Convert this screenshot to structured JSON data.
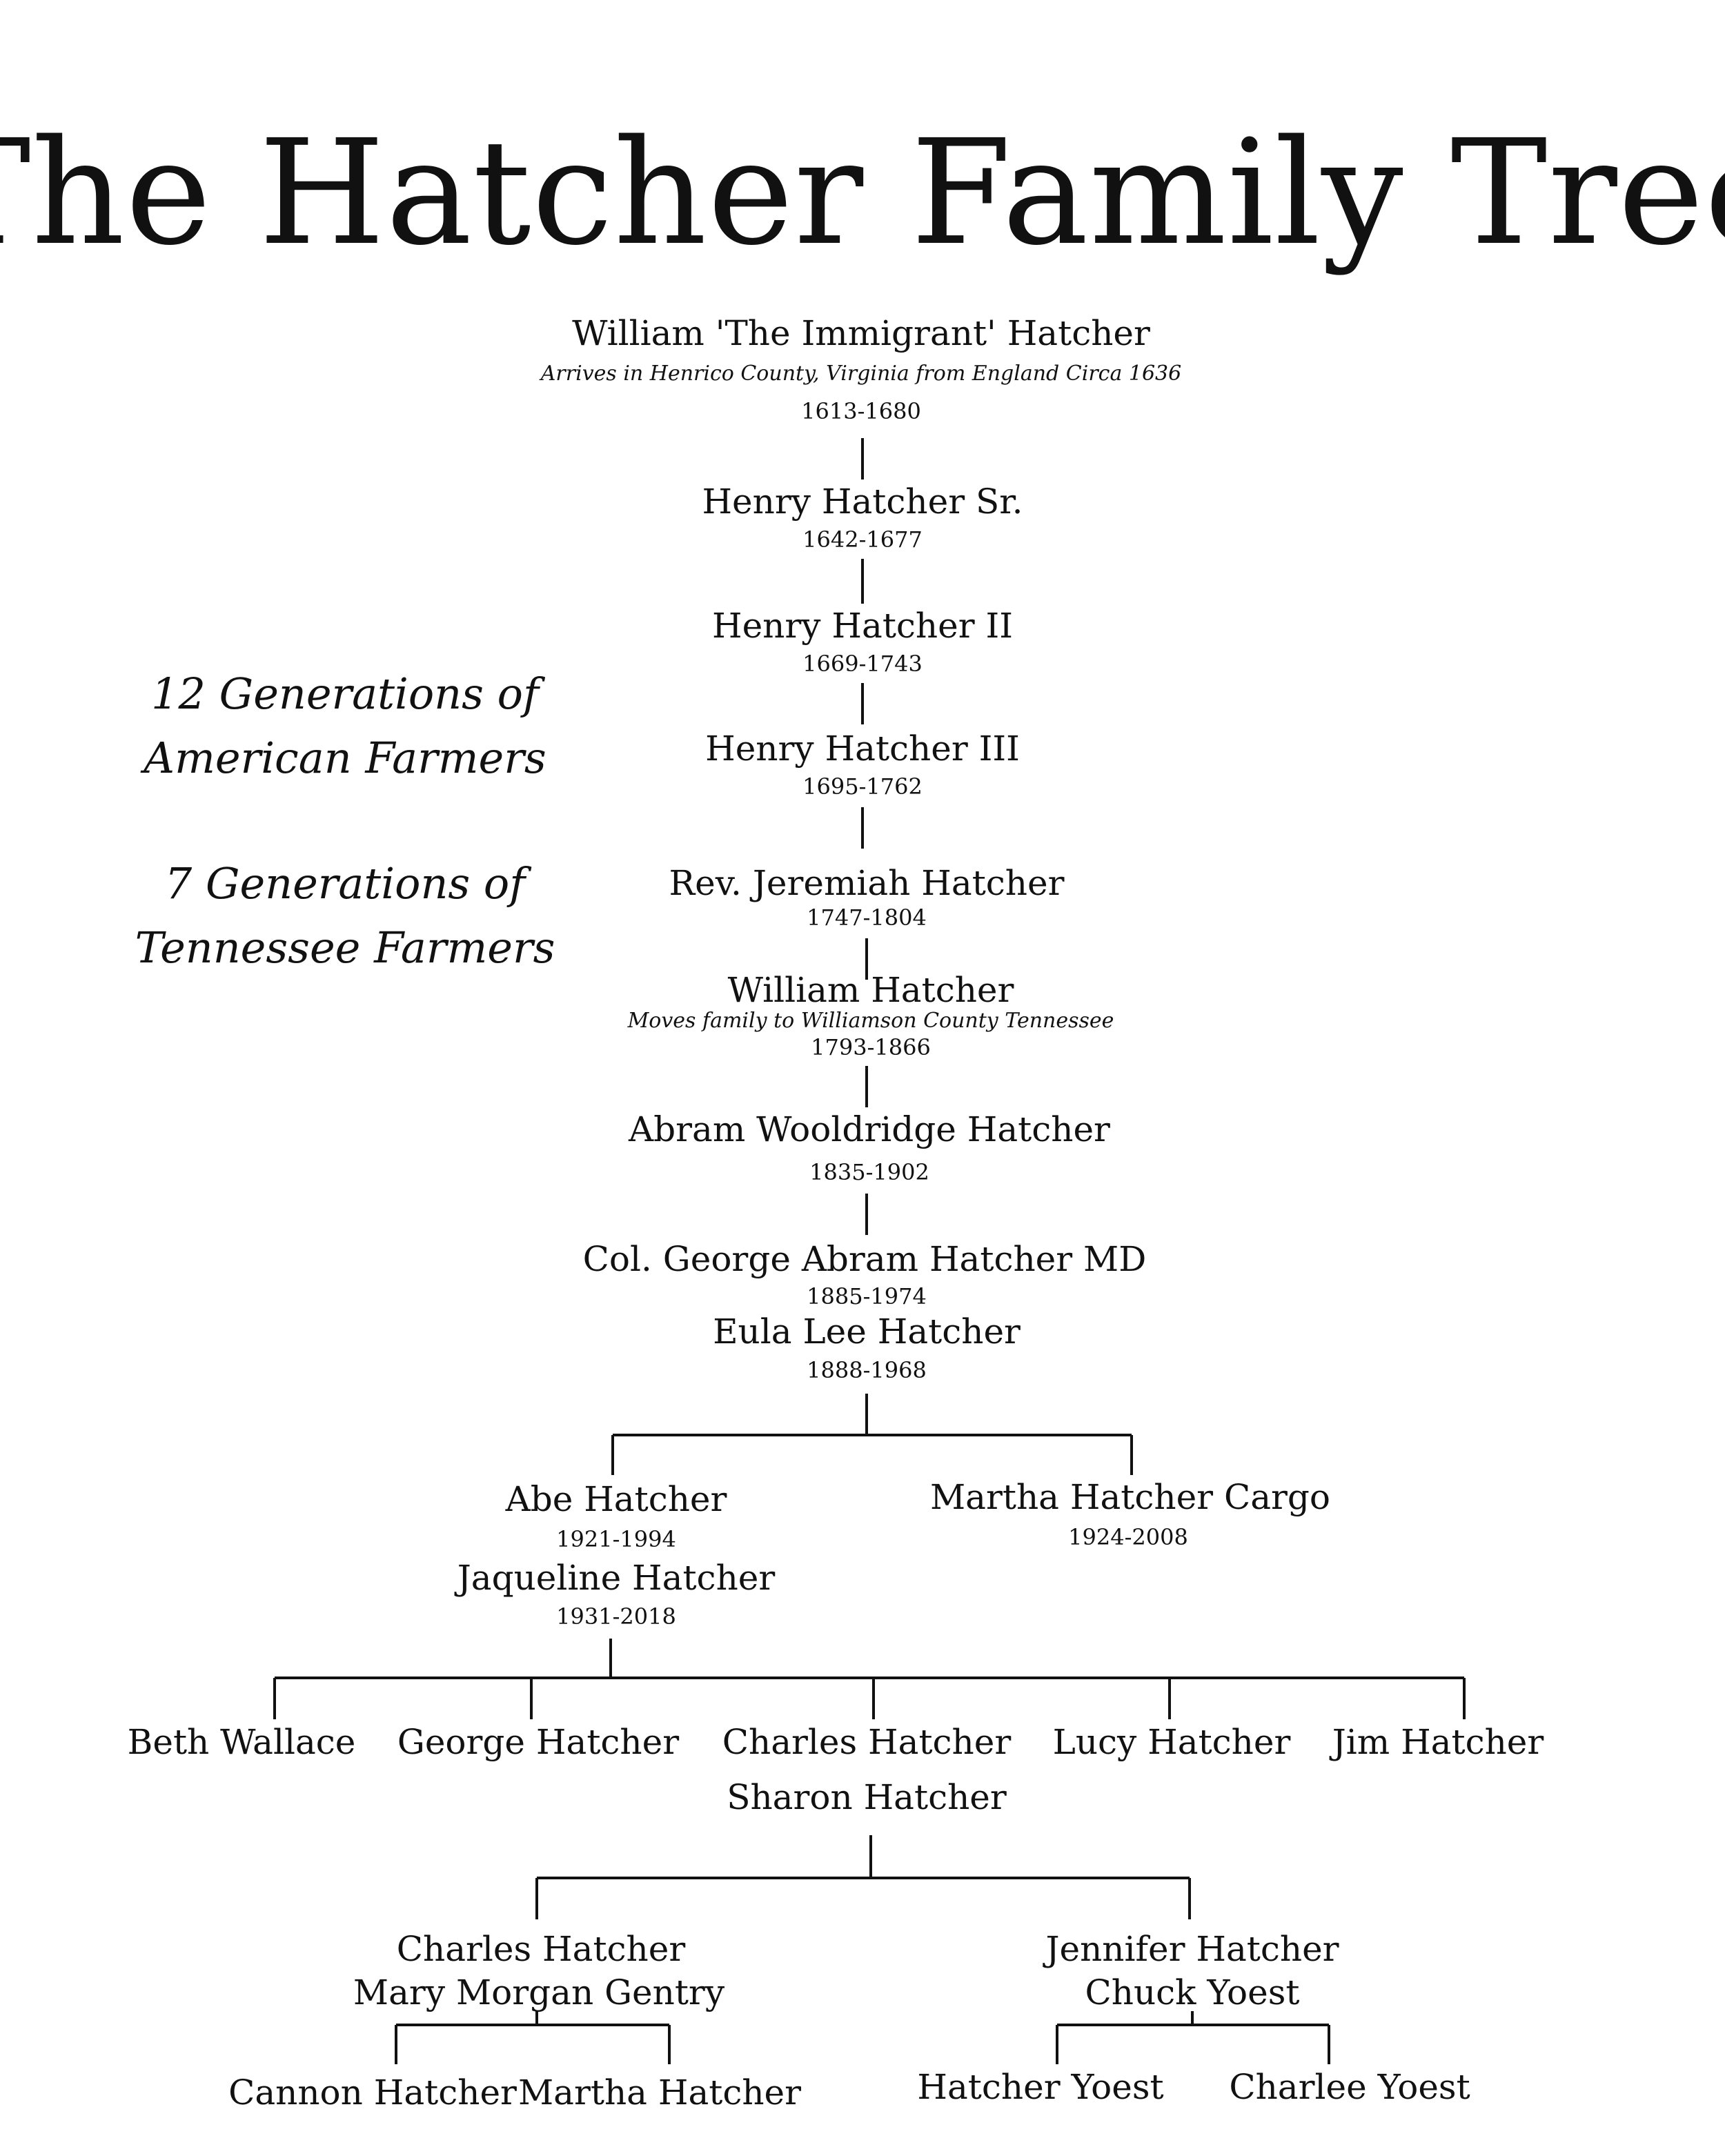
{
  "title": "The Hatcher Family Tree",
  "side_notes": {
    "line1": "12 Generations of",
    "line2": "American Farmers",
    "line3": "7 Generations of",
    "line4": "Tennessee Farmers"
  },
  "lineage": [
    {
      "name": "William 'The Immigrant' Hatcher",
      "note": "Arrives in Henrico County, Virginia from England Circa 1636",
      "dates": "1613-1680"
    },
    {
      "name": "Henry Hatcher Sr.",
      "dates": "1642-1677"
    },
    {
      "name": "Henry Hatcher II",
      "dates": "1669-1743"
    },
    {
      "name": "Henry Hatcher III",
      "dates": "1695-1762"
    },
    {
      "name": "Rev. Jeremiah Hatcher",
      "dates": "1747-1804"
    },
    {
      "name": "William Hatcher",
      "note": "Moves family to Williamson County Tennessee",
      "dates": "1793-1866"
    },
    {
      "name": "Abram Wooldridge Hatcher",
      "dates": "1835-1902"
    },
    {
      "name": "Col. George Abram Hatcher MD",
      "dates": "1885-1974",
      "spouse": "Eula Lee Hatcher",
      "spouse_dates": "1888-1968"
    }
  ],
  "gen9": [
    {
      "name": "Abe Hatcher",
      "dates": "1921-1994",
      "spouse": "Jaqueline Hatcher",
      "spouse_dates": "1931-2018"
    },
    {
      "name": "Martha Hatcher Cargo",
      "dates": "1924-2008"
    }
  ],
  "gen10": [
    {
      "name": "Beth Wallace"
    },
    {
      "name": "George Hatcher"
    },
    {
      "name": "Charles Hatcher",
      "spouse": "Sharon Hatcher"
    },
    {
      "name": "Lucy Hatcher"
    },
    {
      "name": "Jim Hatcher"
    }
  ],
  "gen11": [
    {
      "name": "Charles Hatcher",
      "spouse": "Mary Morgan Gentry"
    },
    {
      "name": "Jennifer Hatcher",
      "spouse": "Chuck Yoest"
    }
  ],
  "gen12": [
    {
      "name": "Cannon Hatcher"
    },
    {
      "name": "Martha Hatcher"
    },
    {
      "name": "Hatcher Yoest"
    },
    {
      "name": "Charlee Yoest"
    }
  ]
}
